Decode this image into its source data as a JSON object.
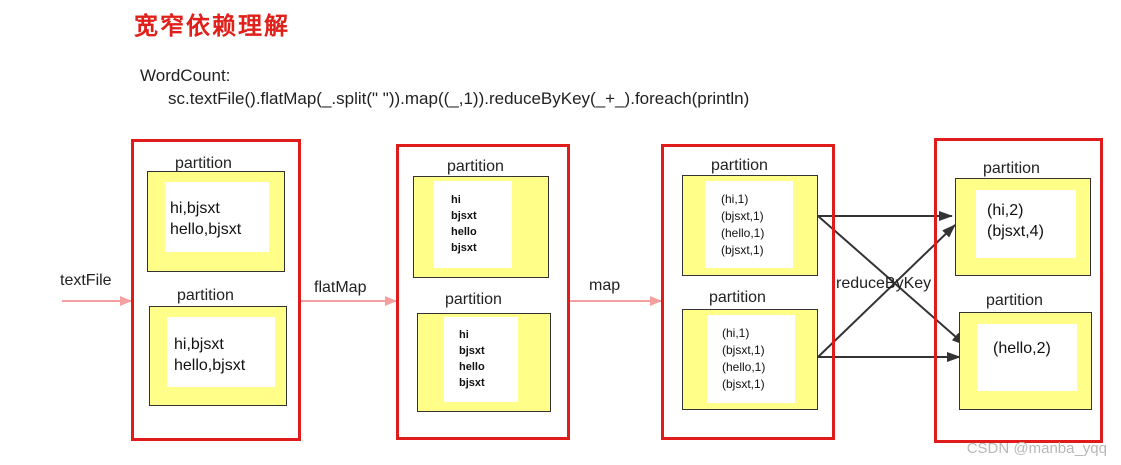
{
  "title": "宽窄依赖理解",
  "code": {
    "label": "WordCount:",
    "line": "sc.textFile().flatMap(_.split(\" \")).map((_,1)).reduceByKey(_+_).foreach(println)"
  },
  "stages": [
    {
      "partitions": [
        {
          "label": "partition",
          "lines": "hi,bjsxt\nhello,bjsxt"
        },
        {
          "label": "partition",
          "lines": "hi,bjsxt\nhello,bjsxt"
        }
      ]
    },
    {
      "partitions": [
        {
          "label": "partition",
          "lines": "hi\nbjsxt\nhello\nbjsxt"
        },
        {
          "label": "partition",
          "lines": "hi\nbjsxt\nhello\nbjsxt"
        }
      ]
    },
    {
      "partitions": [
        {
          "label": "partition",
          "lines": "(hi,1)\n(bjsxt,1)\n(hello,1)\n(bjsxt,1)"
        },
        {
          "label": "partition",
          "lines": "(hi,1)\n(bjsxt,1)\n(hello,1)\n(bjsxt,1)"
        }
      ]
    },
    {
      "partitions": [
        {
          "label": "partition",
          "lines": "(hi,2)\n(bjsxt,4)"
        },
        {
          "label": "partition",
          "lines": "(hello,2)"
        }
      ]
    }
  ],
  "edges": {
    "textFile": "textFile",
    "flatMap": "flatMap",
    "map": "map",
    "reduceByKey": "reduceByKey"
  },
  "colors": {
    "stage_border": "#e01b1b",
    "partition_fill": "#fefe88",
    "arrow_pink": "#f4a0a0",
    "arrow_dark": "#333333"
  },
  "watermark": "CSDN @manba_yqq"
}
